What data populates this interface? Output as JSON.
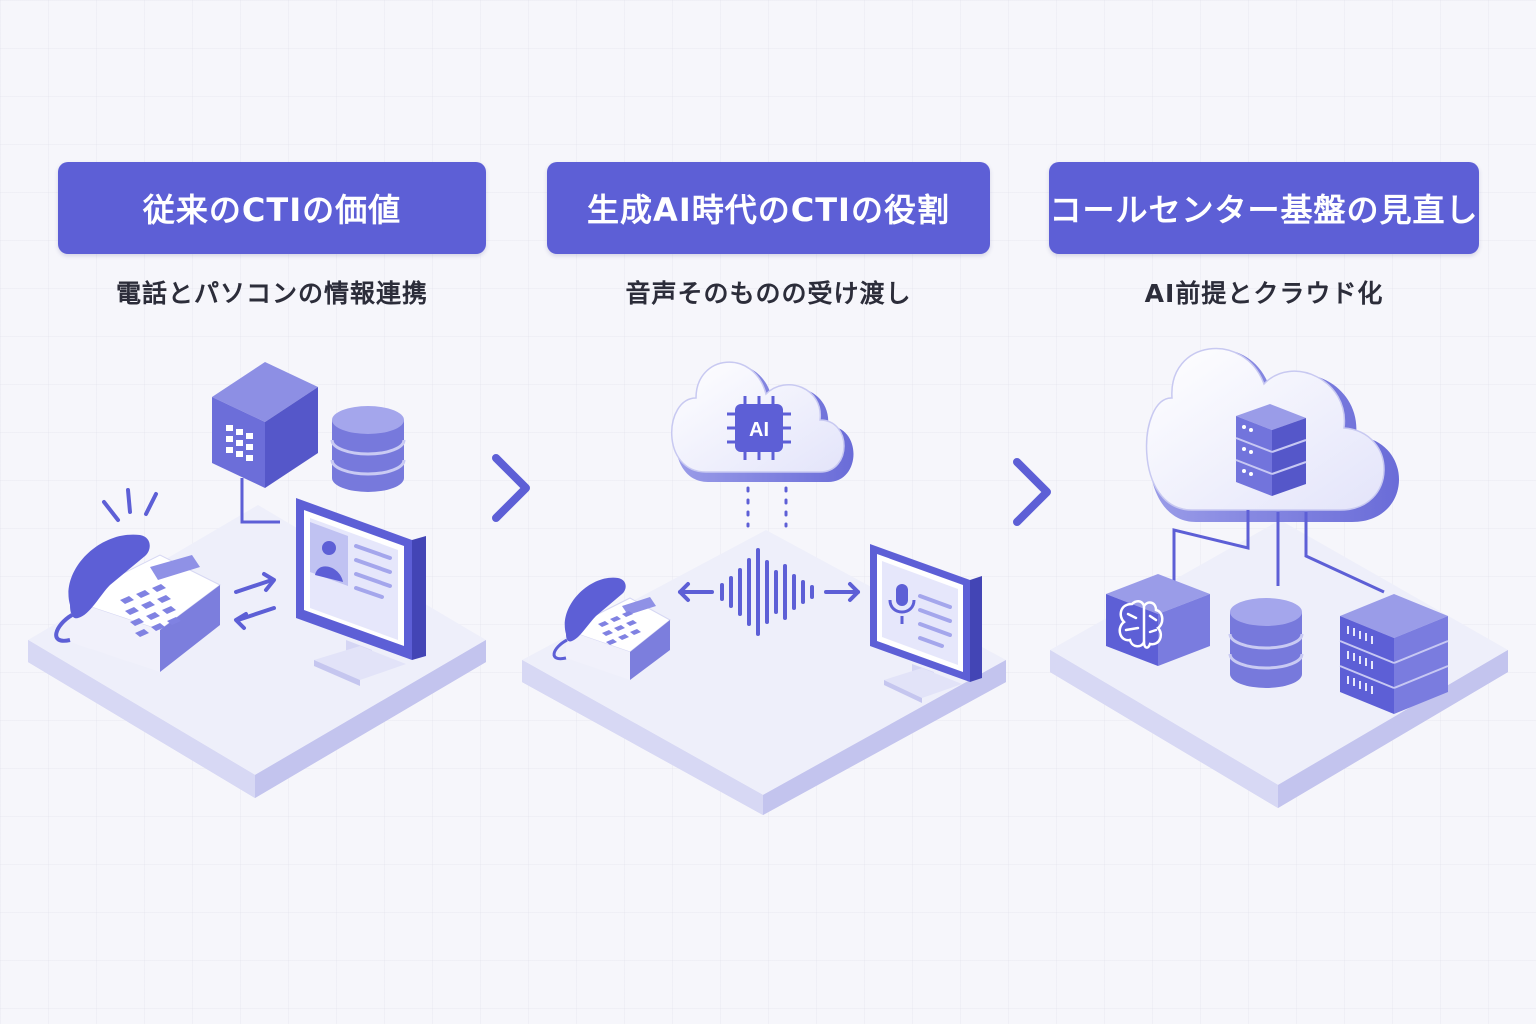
{
  "panels": [
    {
      "title": "従来のCTIの価値",
      "subtitle": "電話とパソコンの情報連携"
    },
    {
      "title": "生成AI時代のCTIの役割",
      "subtitle": "音声そのものの受け渡し"
    },
    {
      "title": "コールセンター基盤の見直し",
      "subtitle": "AI前提とクラウド化"
    }
  ],
  "ai_chip_label": "AI",
  "colors": {
    "accent": "#5d5fd6",
    "accent_light": "#b9bbef",
    "platform": "#ecedf9",
    "text": "#2c2d3a"
  }
}
